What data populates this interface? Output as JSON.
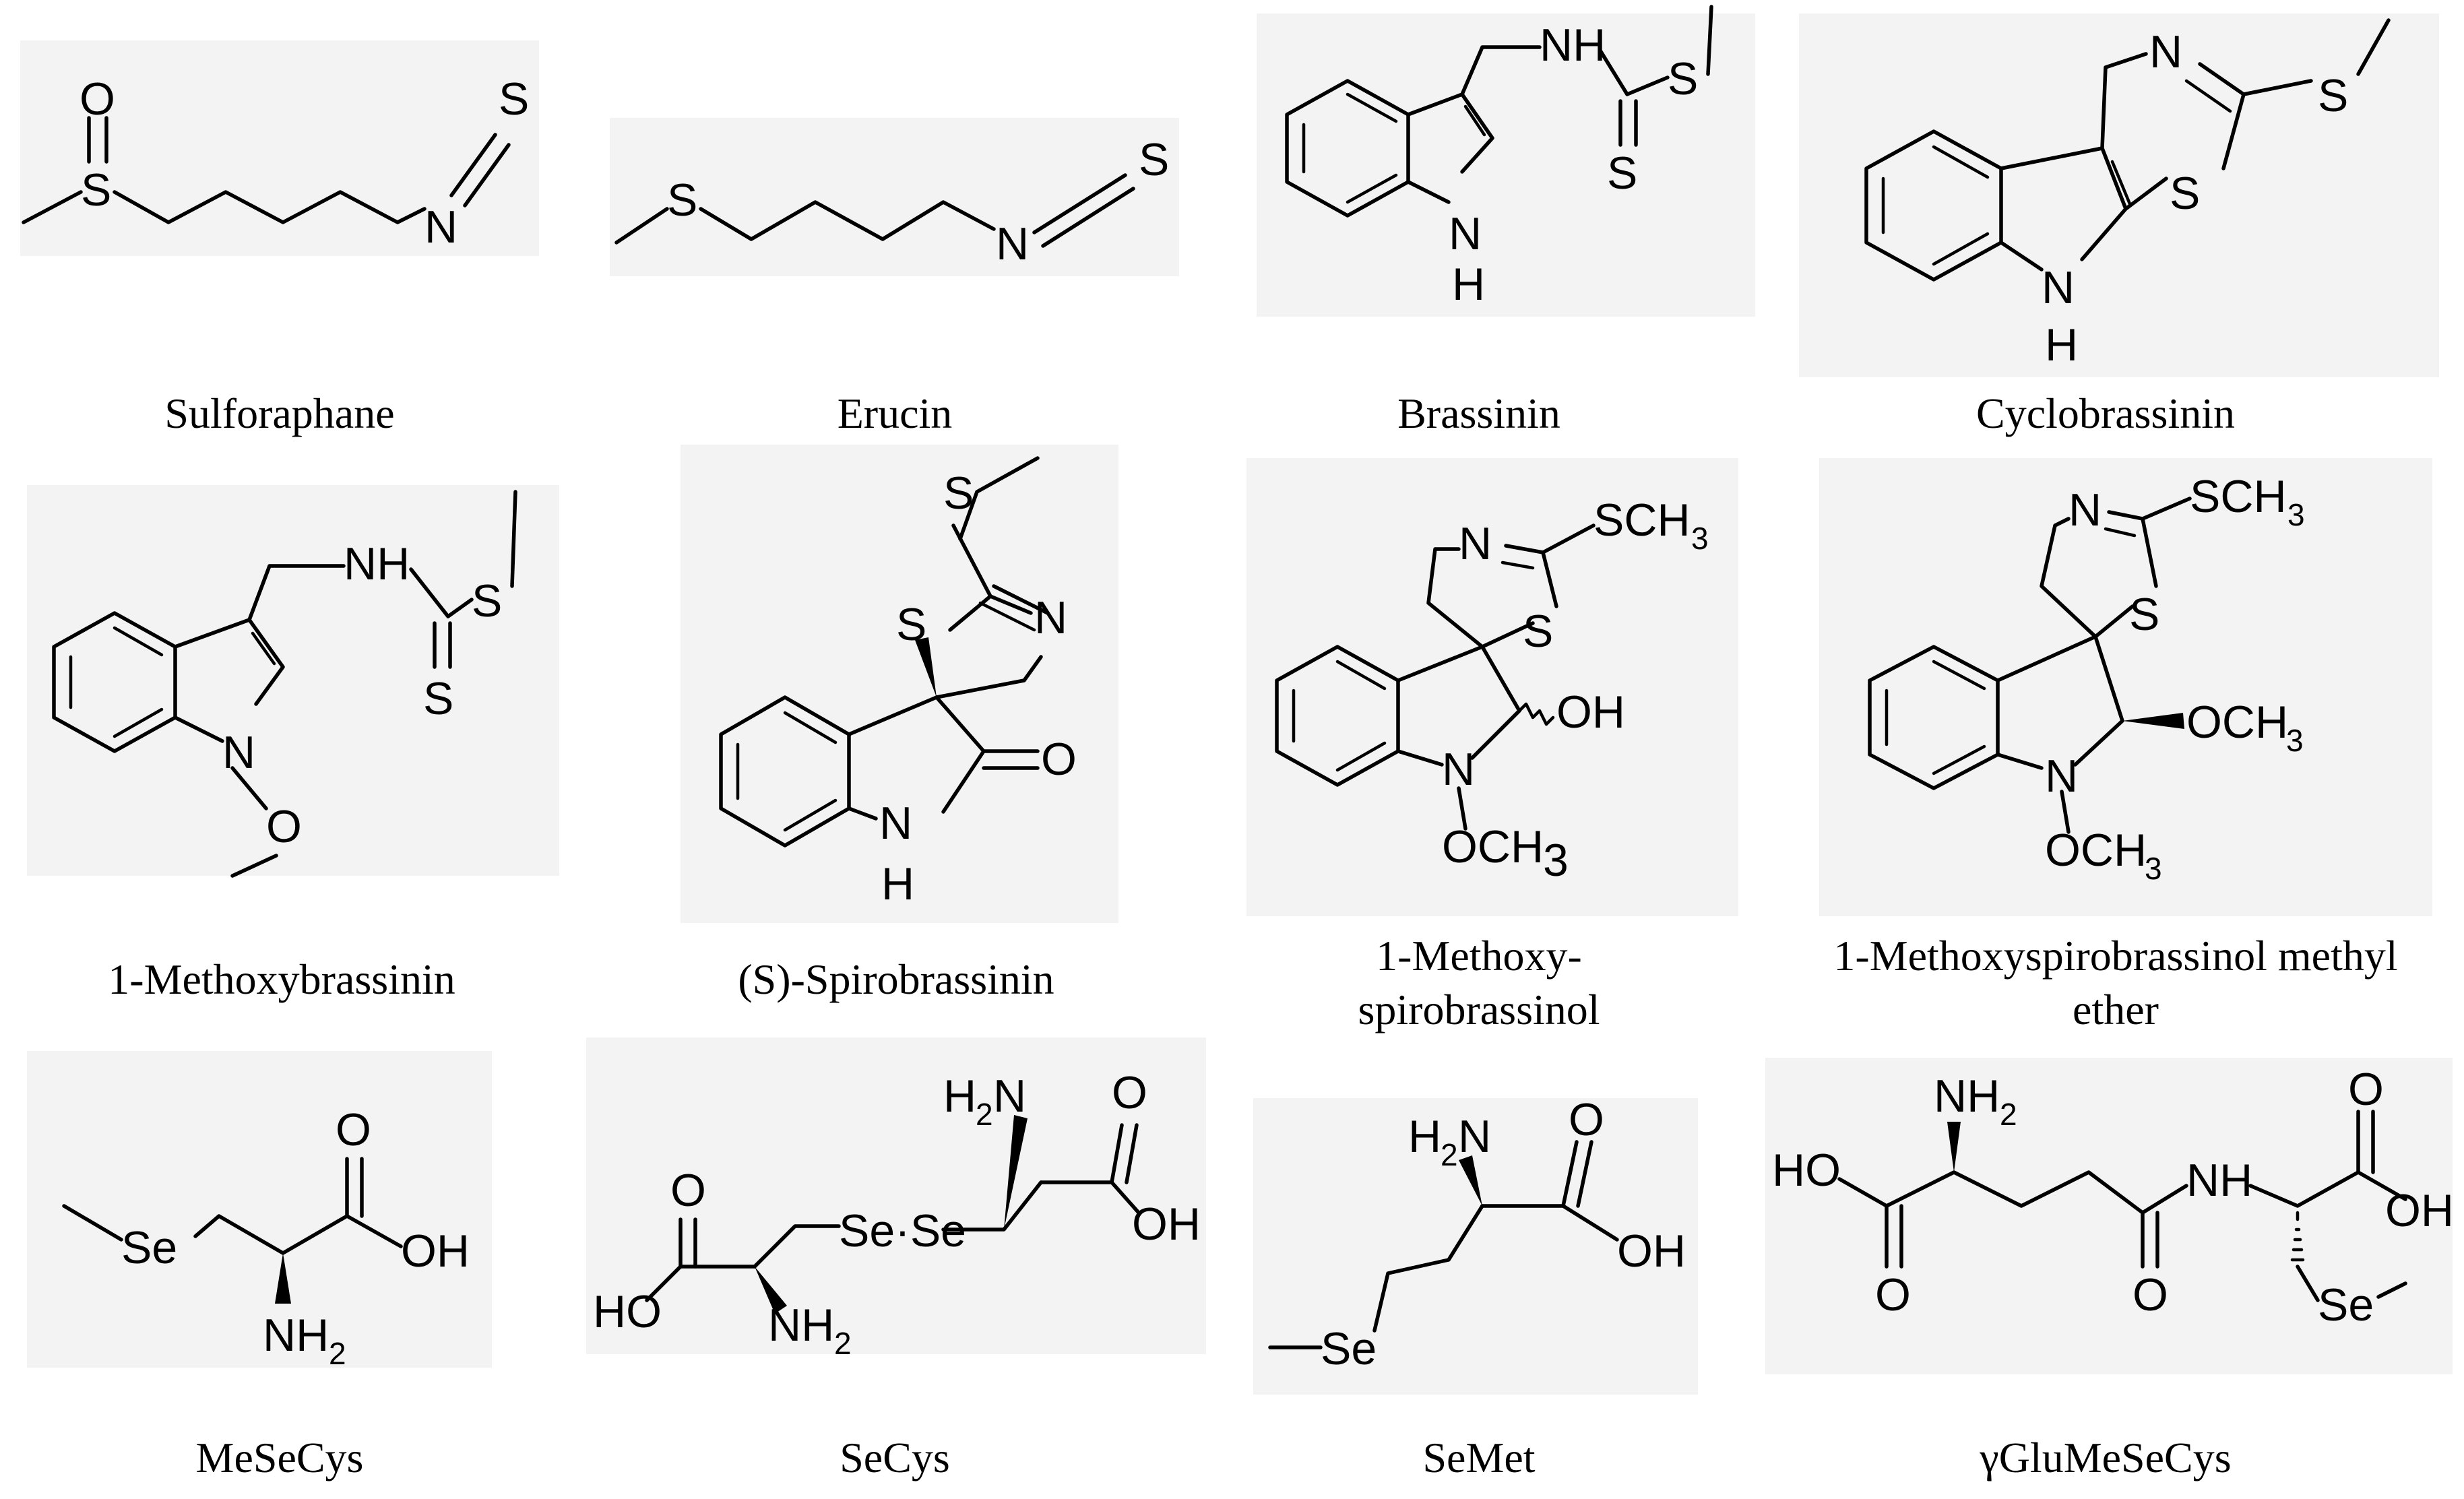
{
  "compounds": [
    {
      "name": "Sulforaphane"
    },
    {
      "name": "Erucin"
    },
    {
      "name": "Brassinin"
    },
    {
      "name": "Cyclobrassinin"
    },
    {
      "name": "1-Methoxybrassinin"
    },
    {
      "name": "(S)-Spirobrassinin"
    },
    {
      "name_line1": "1-Methoxy-",
      "name_line2": "spirobrassinol"
    },
    {
      "name_line1": "1-Methoxyspirobrassinol methyl",
      "name_line2": "ether"
    },
    {
      "name": "MeSeCys"
    },
    {
      "name": "SeCys"
    },
    {
      "name": "SeMet"
    },
    {
      "name": "γGluMeSeCys"
    }
  ],
  "atom_labels": {
    "O": "O",
    "S": "S",
    "N": "N",
    "H": "H",
    "NH": "NH",
    "HO": "HO",
    "OH": "OH",
    "Se": "Se",
    "SeSe": "Se·Se",
    "NH2_NH": "NH",
    "NH2_sub": "2",
    "H2N_H": "H",
    "H2N_sub": "2",
    "H2N_N": "N",
    "SCH3_SCH": "SCH",
    "SCH3_sub": "3",
    "OCH3_OCH": "OCH",
    "OCH3_sub": "3"
  }
}
